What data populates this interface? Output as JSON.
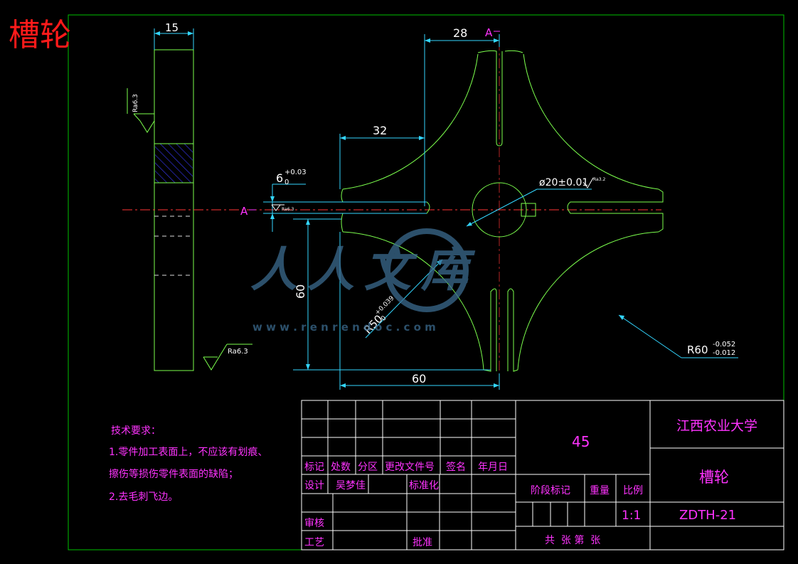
{
  "title": "槽轮",
  "colors": {
    "background": "#000000",
    "frame": "#00c000",
    "part": "#7cff4d",
    "dimension": "#33d6ff",
    "centerline": "#ff3333",
    "hatch": "#3a3aff",
    "text_magenta": "#ff33ff",
    "title_red": "#ff1a1a",
    "table_line": "#ffffff",
    "watermark": "#3b6b8f"
  },
  "dimensions": {
    "width": "15",
    "slot_offset": "28",
    "slot_length": "32",
    "slot_width": "6",
    "slot_width_tol_upper": "+0.03",
    "slot_width_tol_lower": "0",
    "bore": "ø20±0.01",
    "height": "60",
    "radius_inner": "R50",
    "radius_inner_tol_upper": "+0.039",
    "radius_inner_tol_lower": "0",
    "half_width": "60",
    "radius_outer": "R60",
    "radius_outer_tol_upper": "-0.052",
    "radius_outer_tol_lower": "-0.012"
  },
  "roughness": {
    "ra_left": "Ra6.3",
    "ra_bottom": "Ra6.3",
    "ra_slot": "Ra6.3",
    "ra_bore": "Ra3.2"
  },
  "section_marks": {
    "top": "A",
    "left": "A"
  },
  "tech_requirements": {
    "heading": "技术要求：",
    "line1": "1.零件加工表面上，不应该有划痕、",
    "line2": "擦伤等损伤零件表面的缺陷；",
    "line3": "2.去毛刺飞边。"
  },
  "title_block": {
    "material": "45",
    "school": "江西农业大学",
    "part_name": "槽轮",
    "drawing_no": "ZDTH-21",
    "scale": "1:1",
    "header_row": [
      "标记",
      "处数",
      "分区",
      "更改文件号",
      "签名",
      "年月日"
    ],
    "design_label": "设计",
    "designer": "吴梦佳",
    "standardization": "标准化",
    "review": "审核",
    "process": "工艺",
    "approve": "批准",
    "stage_mark": "阶段标记",
    "weight": "重量",
    "scale_label": "比例",
    "sheets": "共  张 第  张"
  },
  "watermark": {
    "logo_text": "人人文库",
    "url": "w w w . r e n r e n d o c . c o m"
  }
}
